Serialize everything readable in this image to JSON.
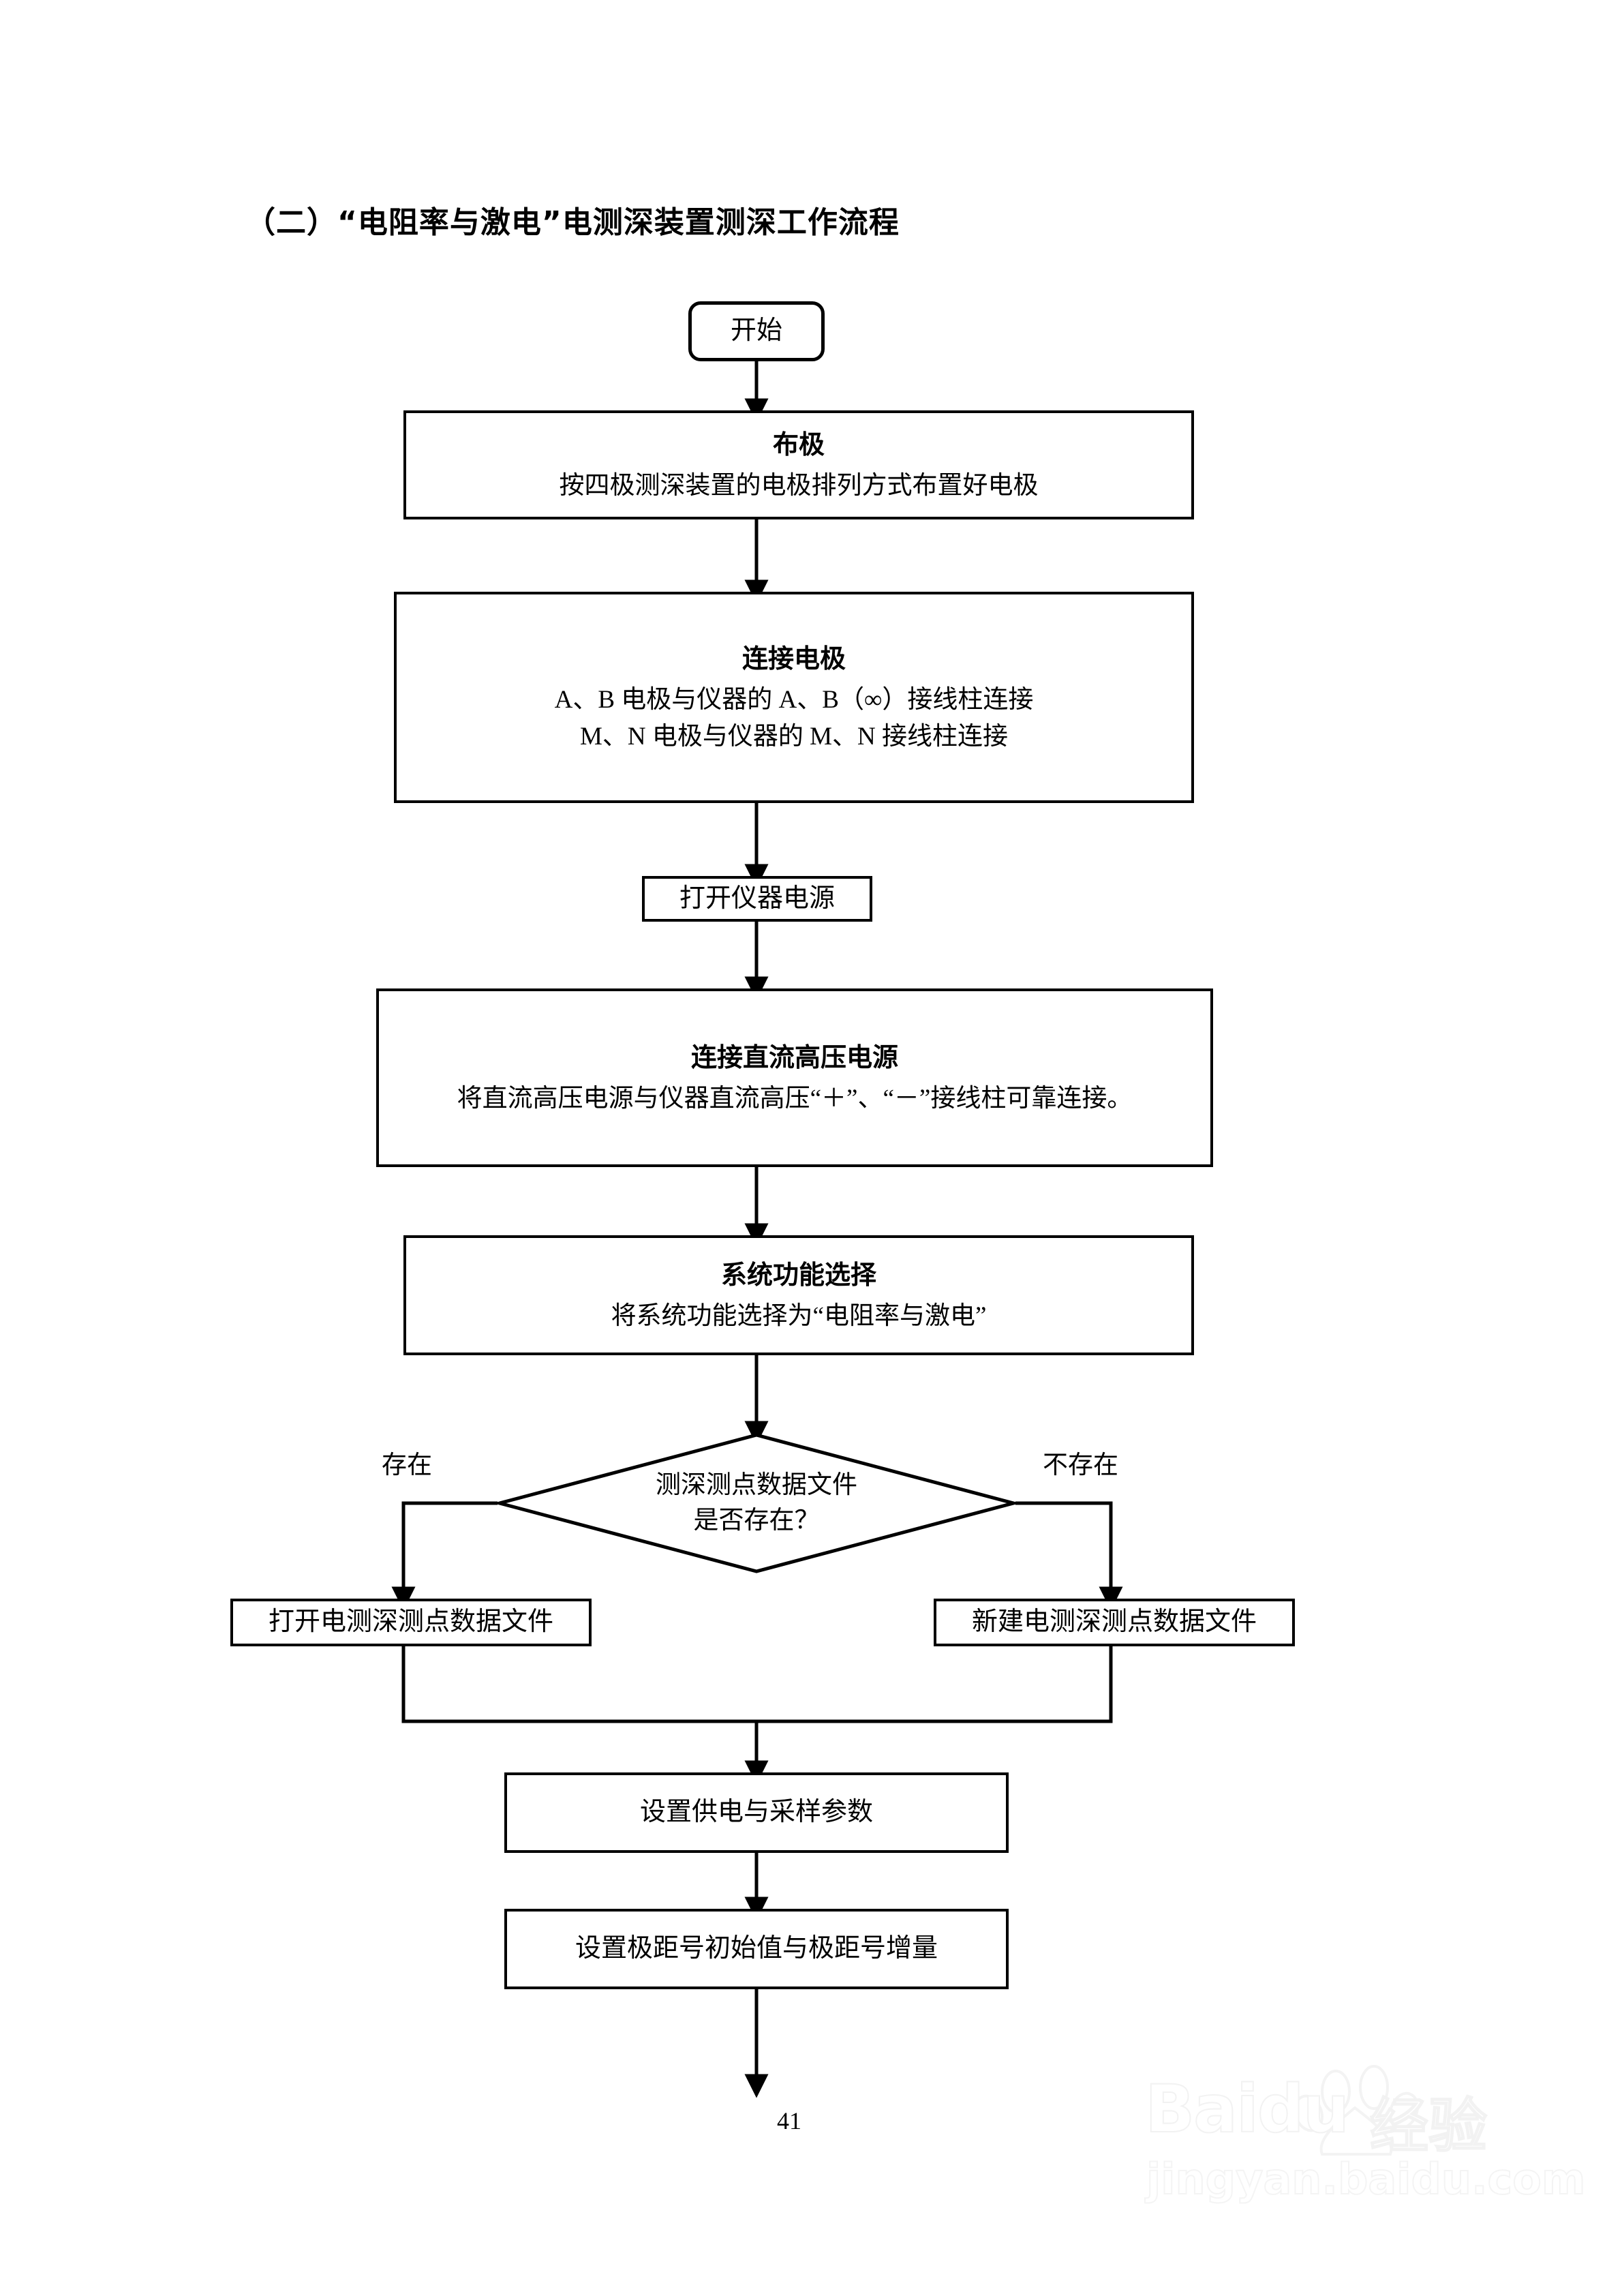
{
  "document": {
    "title": "（二）“电阻率与激电”电测深装置测深工作流程",
    "page_number": "41"
  },
  "watermark": {
    "brand": "Baidu",
    "brand_cn": "经验",
    "url": "jingyan.baidu.com",
    "logo_icon": "baidu-paw-icon"
  },
  "flowchart": {
    "type": "flowchart",
    "nodes": [
      {
        "id": "start",
        "shape": "terminal",
        "title": "开始",
        "lines": []
      },
      {
        "id": "place-electrodes",
        "shape": "process",
        "title": "布极",
        "lines": [
          "按四极测深装置的电极排列方式布置好电极"
        ]
      },
      {
        "id": "connect-electrodes",
        "shape": "process",
        "title": "连接电极",
        "lines": [
          "A、B 电极与仪器的 A、B（∞）接线柱连接",
          "M、N 电极与仪器的 M、N 接线柱连接"
        ]
      },
      {
        "id": "power-on",
        "shape": "process",
        "title": "",
        "lines": [
          "打开仪器电源"
        ]
      },
      {
        "id": "connect-hv",
        "shape": "process",
        "title": "连接直流高压电源",
        "lines": [
          "将直流高压电源与仪器直流高压“＋”、“－”接线柱可靠连接。"
        ]
      },
      {
        "id": "system-function",
        "shape": "process",
        "title": "系统功能选择",
        "lines": [
          "将系统功能选择为“电阻率与激电”"
        ]
      },
      {
        "id": "file-exists",
        "shape": "decision",
        "title": "",
        "lines": [
          "测深测点数据文件",
          "是否存在？"
        ]
      },
      {
        "id": "open-file",
        "shape": "process",
        "title": "",
        "lines": [
          "打开电测深测点数据文件"
        ]
      },
      {
        "id": "new-file",
        "shape": "process",
        "title": "",
        "lines": [
          "新建电测深测点数据文件"
        ]
      },
      {
        "id": "set-supply-sampling",
        "shape": "process",
        "title": "",
        "lines": [
          "设置供电与采样参数"
        ]
      },
      {
        "id": "set-spacing",
        "shape": "process",
        "title": "",
        "lines": [
          "设置极距号初始值与极距号增量"
        ]
      }
    ],
    "branch_labels": {
      "yes": "存在",
      "no": "不存在"
    },
    "edges": [
      {
        "from": "start",
        "to": "place-electrodes",
        "label": ""
      },
      {
        "from": "place-electrodes",
        "to": "connect-electrodes",
        "label": ""
      },
      {
        "from": "connect-electrodes",
        "to": "power-on",
        "label": ""
      },
      {
        "from": "power-on",
        "to": "connect-hv",
        "label": ""
      },
      {
        "from": "connect-hv",
        "to": "system-function",
        "label": ""
      },
      {
        "from": "system-function",
        "to": "file-exists",
        "label": ""
      },
      {
        "from": "file-exists",
        "to": "open-file",
        "label": "存在"
      },
      {
        "from": "file-exists",
        "to": "new-file",
        "label": "不存在"
      },
      {
        "from": "open-file",
        "to": "set-supply-sampling",
        "label": ""
      },
      {
        "from": "new-file",
        "to": "set-supply-sampling",
        "label": ""
      },
      {
        "from": "set-supply-sampling",
        "to": "set-spacing",
        "label": ""
      },
      {
        "from": "set-spacing",
        "to": "continues-next-page",
        "label": ""
      }
    ]
  }
}
